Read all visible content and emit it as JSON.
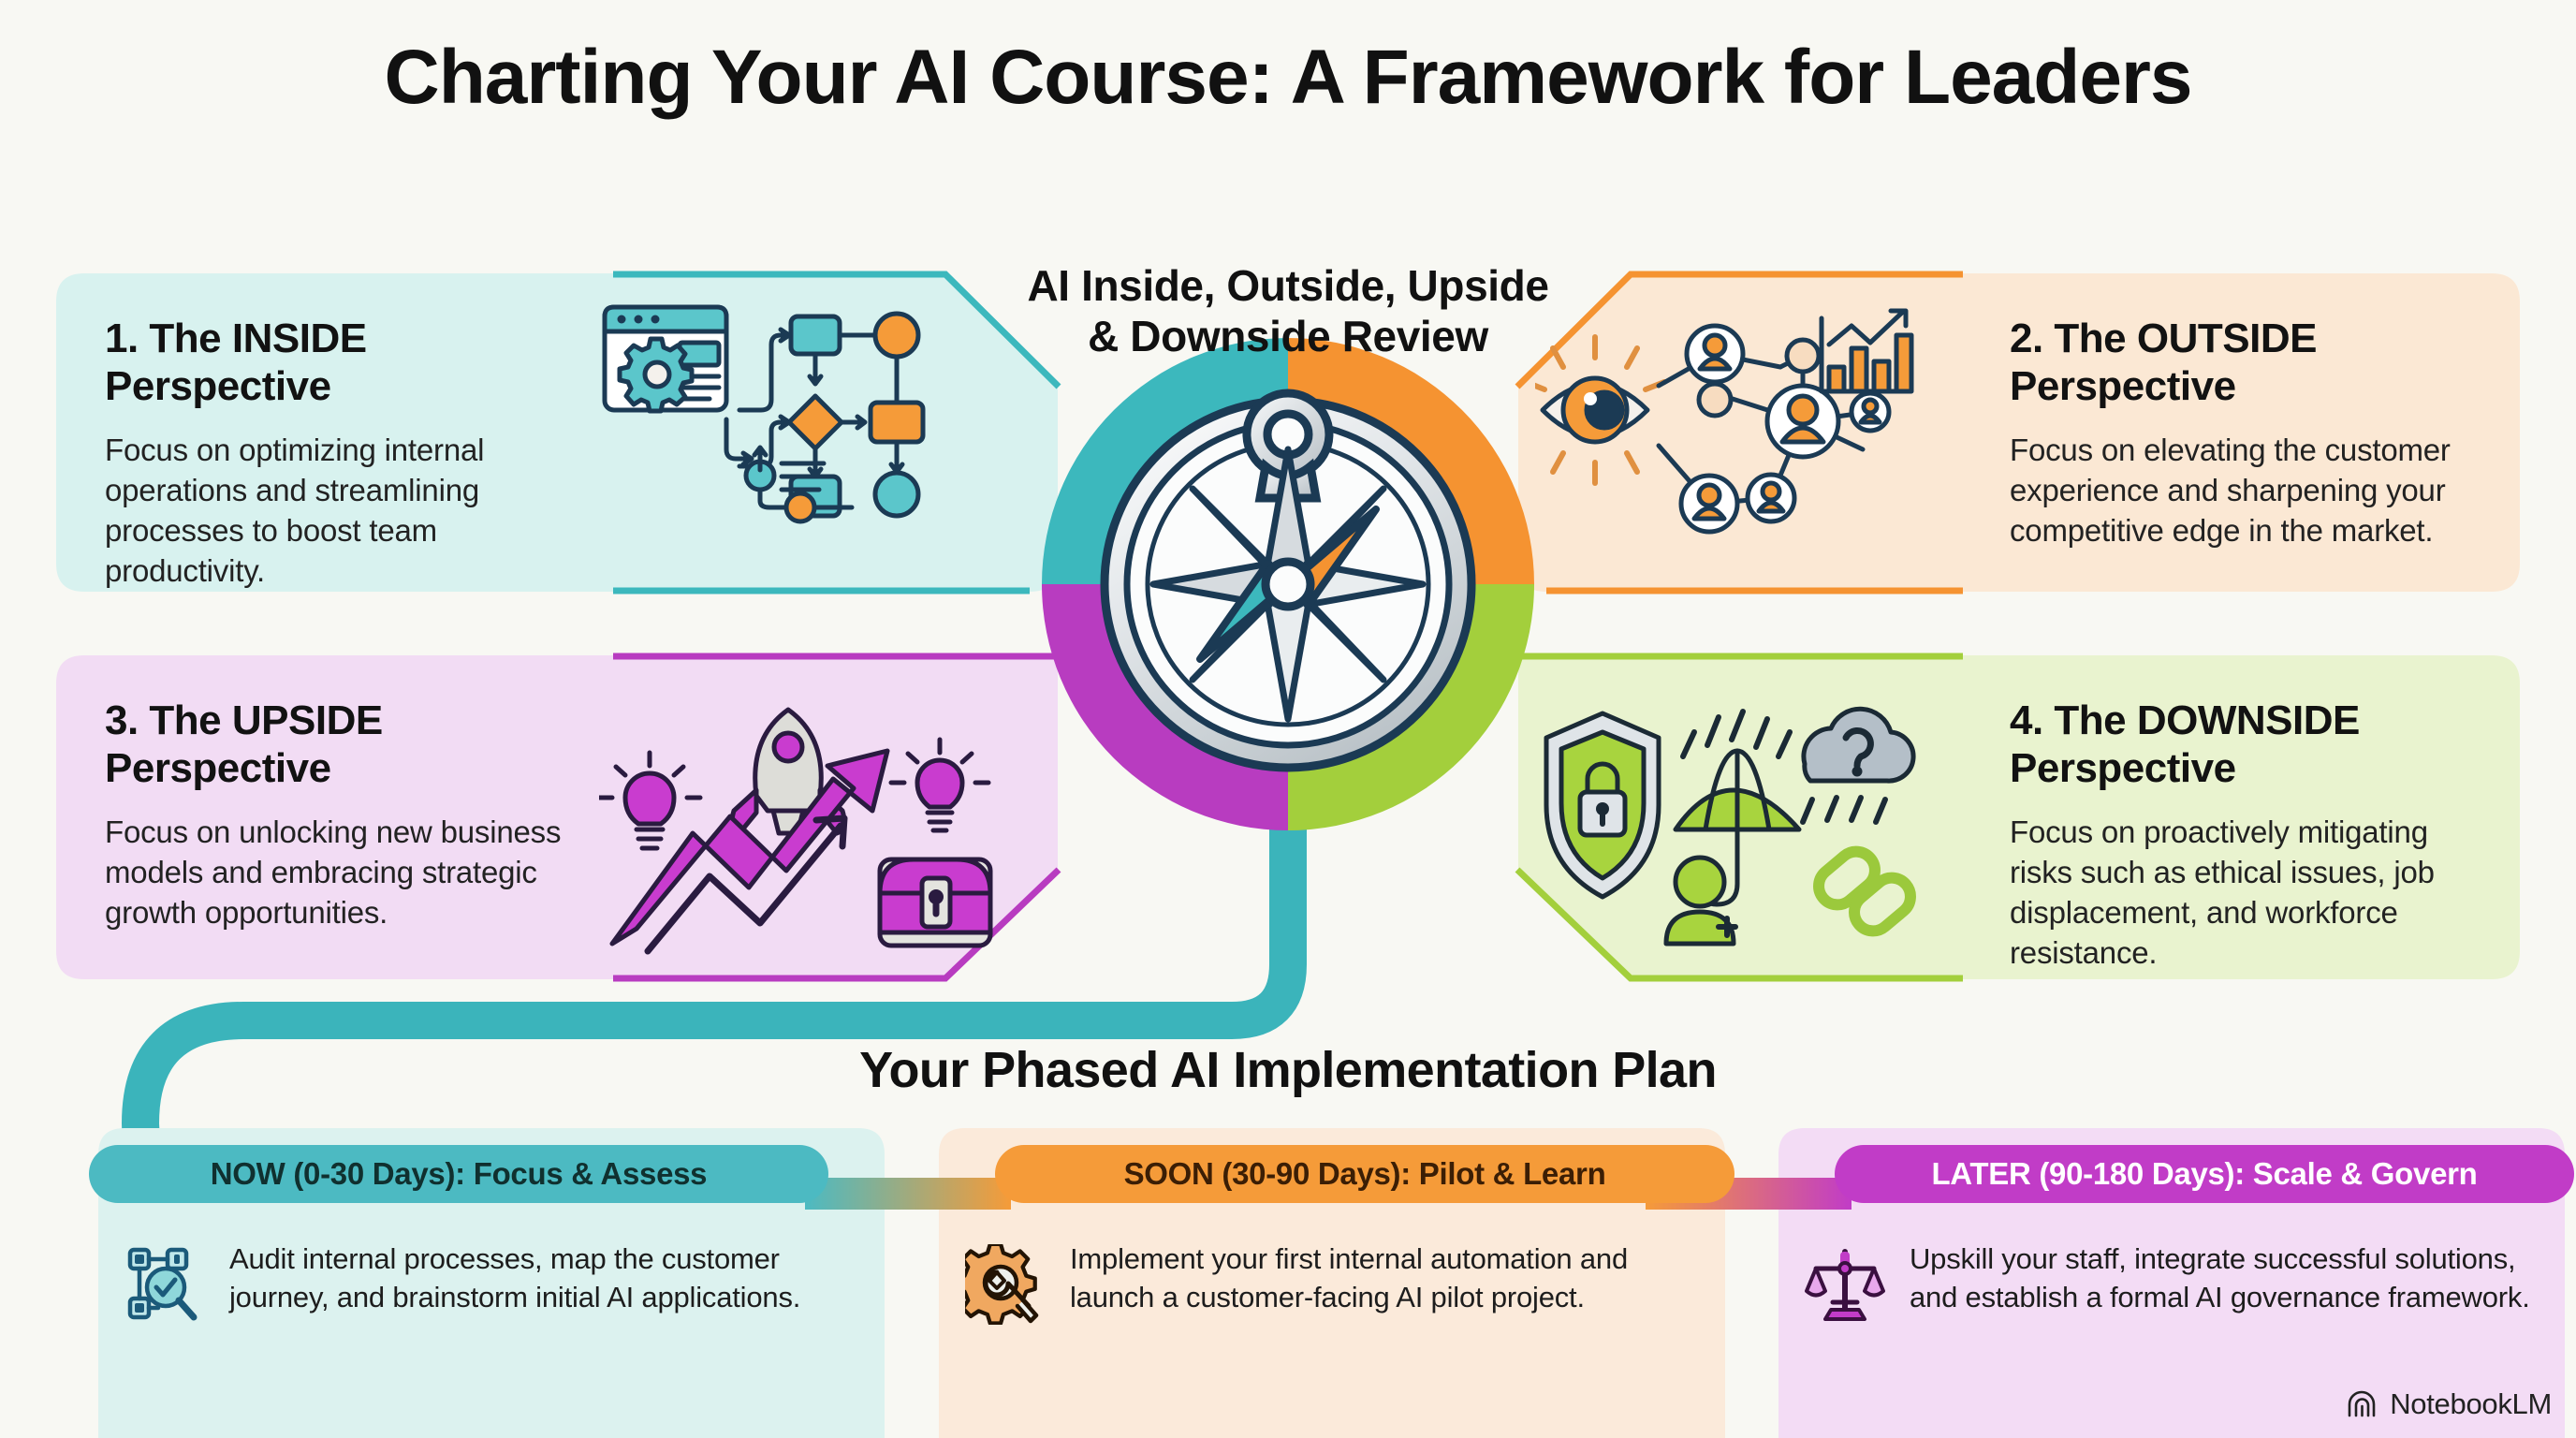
{
  "title": "Charting Your AI Course: A Framework for Leaders",
  "center": {
    "label": "AI Inside, Outside, Upside\n& Downside Review",
    "compass_icon": "compass-rose-icon"
  },
  "colors": {
    "background": "#f8f8f3",
    "inside": "#3cb8bd",
    "outside": "#f59331",
    "upside": "#b83cc0",
    "downside": "#a3cf3c",
    "inside_fill": "#d8f2ef",
    "outside_fill": "#fbe8d4",
    "upside_fill": "#f2dcf4",
    "downside_fill": "#e9f3cf",
    "ink": "#1b3a54"
  },
  "quadrants": [
    {
      "id": "inside",
      "number": "1.",
      "title": "1. The INSIDE\n Perspective",
      "body": "Focus on optimizing internal operations and streamlining processes to boost team productivity.",
      "accent": "#3cb8bd",
      "fill": "#d8f2ef",
      "icons": [
        "browser-window-gear-icon",
        "flowchart-icon"
      ]
    },
    {
      "id": "outside",
      "number": "2.",
      "title": "2. The OUTSIDE\nPerspective",
      "body": "Focus on elevating the customer experience and sharpening your competitive edge in the market.",
      "accent": "#f59331",
      "fill": "#fbe8d4",
      "icons": [
        "eye-icon",
        "people-network-icon",
        "bar-chart-growth-icon"
      ]
    },
    {
      "id": "upside",
      "number": "3.",
      "title": "3. The UPSIDE\nPerspective",
      "body": "Focus on unlocking new business models and embracing strategic growth opportunities.",
      "accent": "#b83cc0",
      "fill": "#f2dcf4",
      "icons": [
        "lightbulb-icon",
        "rocket-icon",
        "growth-arrow-icon",
        "treasure-chest-icon"
      ]
    },
    {
      "id": "downside",
      "number": "4.",
      "title": "4. The DOWNSIDE\nPerspective",
      "body": "Focus on proactively mitigating risks such as ethical issues, job displacement, and workforce resistance.",
      "accent": "#a3cf3c",
      "fill": "#e9f3cf",
      "icons": [
        "shield-lock-icon",
        "umbrella-person-rain-icon",
        "question-cloud-icon",
        "chain-link-icon"
      ]
    }
  ],
  "plan": {
    "heading": "Your Phased AI Implementation Plan",
    "phases": [
      {
        "id": "now",
        "pill": "NOW (0-30 Days): Focus & Assess",
        "body": "Audit internal processes, map the customer journey, and brainstorm initial AI applications.",
        "pill_bg": "#4cbac2",
        "pill_text": "#10302f",
        "card_bg": "#dcf2ef",
        "icon": "magnifier-check-audit-icon"
      },
      {
        "id": "soon",
        "pill": "SOON (30-90 Days): Pilot & Learn",
        "body": "Implement your first internal automation and launch a customer-facing AI pilot project.",
        "pill_bg": "#f59b39",
        "pill_text": "#3b1e05",
        "card_bg": "#fbeada",
        "icon": "gear-wrench-icon"
      },
      {
        "id": "later",
        "pill": "LATER (90-180 Days): Scale & Govern",
        "body": "Upskill your staff, integrate successful solutions, and establish a formal AI governance framework.",
        "pill_bg": "#c13cc7",
        "pill_text": "#ffffff",
        "card_bg": "#f3dcf5",
        "icon": "balance-scales-icon"
      }
    ]
  },
  "watermark": {
    "label": "NotebookLM",
    "icon": "notebooklm-spiral-icon"
  }
}
